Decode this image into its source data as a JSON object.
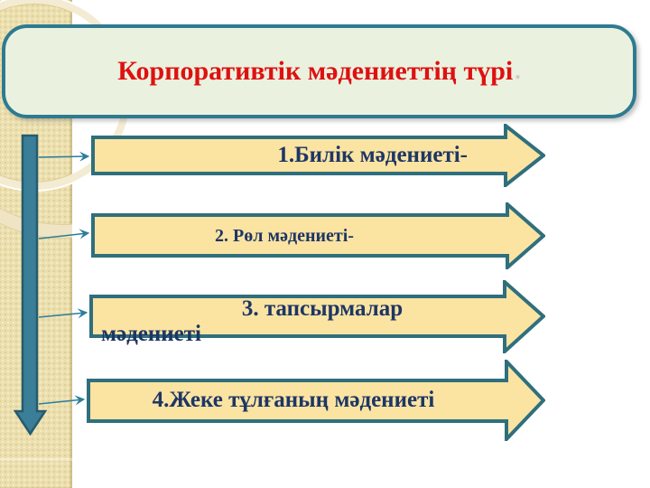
{
  "slide": {
    "title": "Корпоративтік мәдениеттің түрі",
    "title_suffix": ".",
    "flow_items": [
      {
        "label": "1.Билік мәдениеті-"
      },
      {
        "label": "2. Рөл мәдениеті-"
      },
      {
        "label": "3. тапсырмалар",
        "label_overflow": "мәдениеті"
      },
      {
        "label": "4.Жеке тұлғаның мәдениеті"
      }
    ],
    "colors": {
      "title-text": "#DE1111",
      "title-fill": "#EBF1DF",
      "title-border": "#2E7B90",
      "arrow-fill": "#FBE3A2",
      "arrow-border": "#2F6F7D",
      "label-text": "#1D3664",
      "pointer-fill": "#3A7E97",
      "pointer-stroke": "#265B6E",
      "connector": "#2C7D9B",
      "strip-bg": "#EBDFAE"
    }
  }
}
